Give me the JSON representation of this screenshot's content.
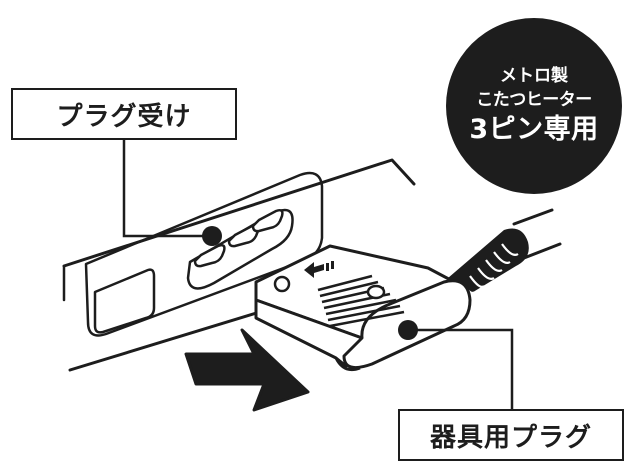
{
  "callouts": {
    "receptacle": "プラグ受け",
    "appliance_plug": "器具用プラグ"
  },
  "badge": {
    "line1": "メトロ製",
    "line2": "こたつヒーター",
    "line3": "3ピン専用"
  },
  "colors": {
    "ink": "#1d1d1d",
    "background": "#ffffff"
  },
  "icons": {
    "direction_arrow": "arrow-right-filled",
    "plug_face_symbol": "arrow-left-symbol"
  }
}
